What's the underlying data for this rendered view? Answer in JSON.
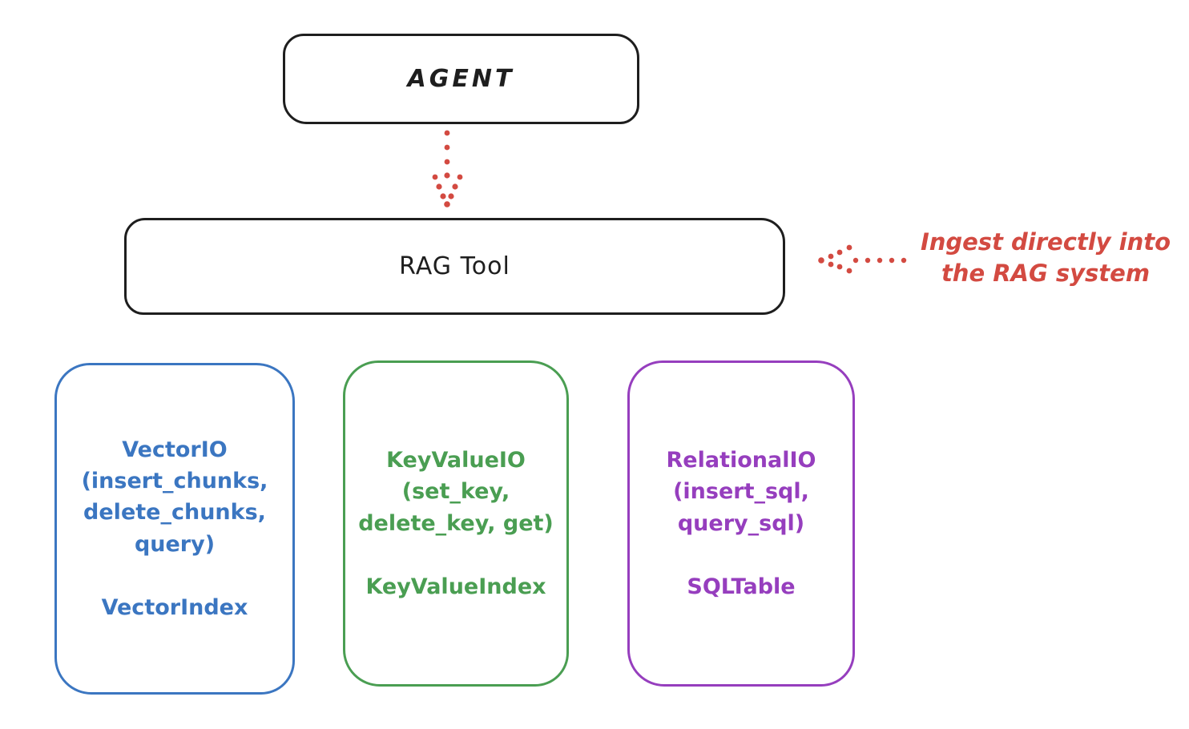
{
  "colors": {
    "stroke": "#1e1e1e",
    "red": "#d34a41",
    "blue": "#3b76c1",
    "green": "#4a9e52",
    "purple": "#963ebe",
    "background": "#ffffff"
  },
  "agent": {
    "label": "AGENT"
  },
  "rag_tool": {
    "label": "RAG Tool"
  },
  "annotation": {
    "text": "Ingest directly into\nthe RAG system"
  },
  "io_boxes": [
    {
      "name": "vector-io",
      "body": "VectorIO\n(insert_chunks,\ndelete_chunks,\nquery)",
      "index_label": "VectorIndex"
    },
    {
      "name": "keyvalue-io",
      "body": "KeyValueIO\n(set_key,\ndelete_key, get)",
      "index_label": "KeyValueIndex"
    },
    {
      "name": "relational-io",
      "body": "RelationalIO\n(insert_sql,\nquery_sql)",
      "index_label": "SQLTable"
    }
  ]
}
